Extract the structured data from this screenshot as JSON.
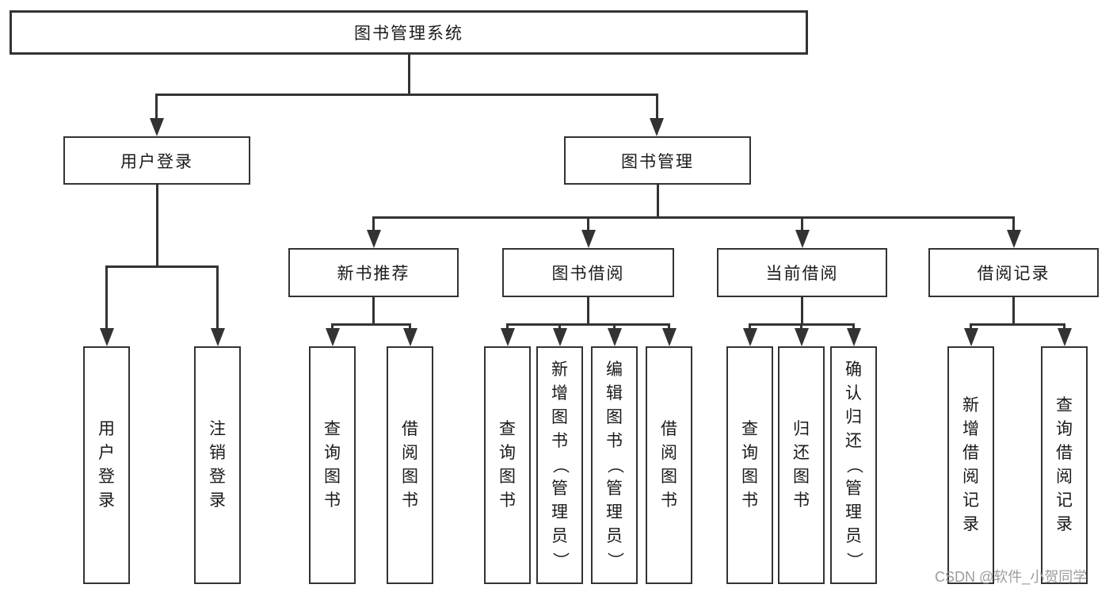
{
  "diagram": {
    "root": "图书管理系统",
    "level2": [
      "用户登录",
      "图书管理"
    ],
    "login_children": [
      "用户登录",
      "注销登录"
    ],
    "level3": [
      "新书推荐",
      "图书借阅",
      "当前借阅",
      "借阅记录"
    ],
    "recommend_children": [
      "查询图书",
      "借阅图书"
    ],
    "borrow_children": [
      "查询图书",
      "新增图书（管理员）",
      "编辑图书（管理员）",
      "借阅图书"
    ],
    "current_children": [
      "查询图书",
      "归还图书",
      "确认归还（管理员）"
    ],
    "record_children": [
      "新增借阅记录",
      "查询借阅记录"
    ]
  },
  "watermark": {
    "text": "CSDN @软件_小贺同学"
  },
  "colors": {
    "line": "#333333",
    "text": "#1a1a1a",
    "watermark": "#9c9c9c",
    "background": "#ffffff"
  }
}
